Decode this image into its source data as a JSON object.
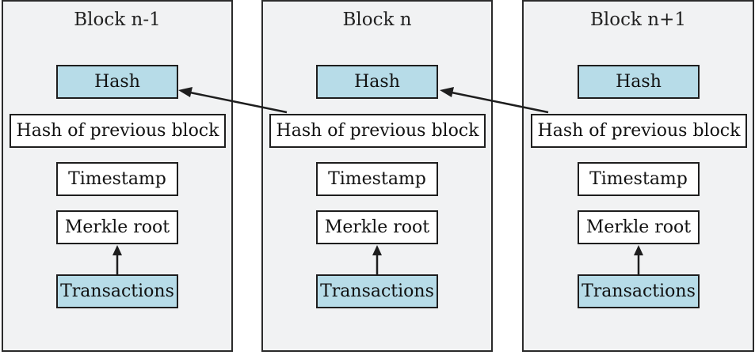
{
  "blocks": [
    {
      "title": "Block n-1",
      "hash": "Hash",
      "prev_hash": "Hash of previous block",
      "timestamp": "Timestamp",
      "merkle_root": "Merkle root",
      "transactions": "Transactions"
    },
    {
      "title": "Block n",
      "hash": "Hash",
      "prev_hash": "Hash of previous block",
      "timestamp": "Timestamp",
      "merkle_root": "Merkle root",
      "transactions": "Transactions"
    },
    {
      "title": "Block n+1",
      "hash": "Hash",
      "prev_hash": "Hash of previous block",
      "timestamp": "Timestamp",
      "merkle_root": "Merkle root",
      "transactions": "Transactions"
    }
  ],
  "colors": {
    "panel": "#f1f2f3",
    "highlight": "#b7dce8",
    "stroke": "#1e1e1e"
  }
}
